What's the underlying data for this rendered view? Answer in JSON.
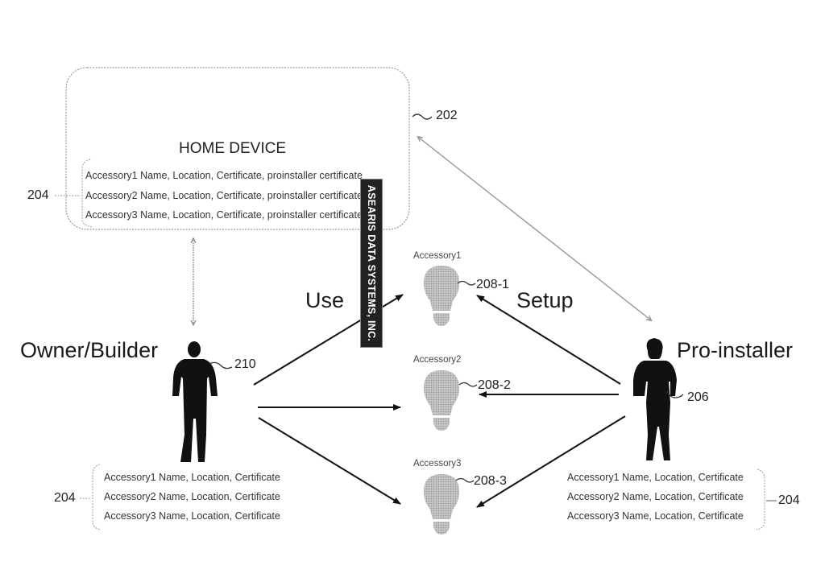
{
  "figure": {
    "home_device": {
      "title": "HOME DEVICE",
      "ref": "202",
      "list_ref": "204",
      "accessories": [
        "Accessory1 Name, Location, Certificate, proinstaller certificate",
        "Accessory2 Name, Location, Certificate,  proinstaller certificate",
        "Accessory3 Name, Location, Certificate, proinstaller certificate"
      ]
    },
    "owner": {
      "label": "Owner/Builder",
      "ref": "210",
      "list_ref": "204",
      "accessories": [
        "Accessory1 Name, Location, Certificate",
        "Accessory2 Name, Location, Certificate",
        "Accessory3 Name, Location, Certificate"
      ]
    },
    "installer": {
      "label": "Pro-installer",
      "ref": "206",
      "list_ref": "204",
      "accessories": [
        "Accessory1 Name, Location, Certificate",
        "Accessory2 Name, Location, Certificate",
        "Accessory3 Name, Location, Certificate"
      ]
    },
    "accessory_devices": [
      {
        "label": "Accessory1",
        "ref": "208-1"
      },
      {
        "label": "Accessory2",
        "ref": "208-2"
      },
      {
        "label": "Accessory3",
        "ref": "208-3"
      }
    ],
    "use_label": "Use",
    "setup_label": "Setup",
    "watermark": "ASEARIS DATA SYSTEMS, INC."
  }
}
